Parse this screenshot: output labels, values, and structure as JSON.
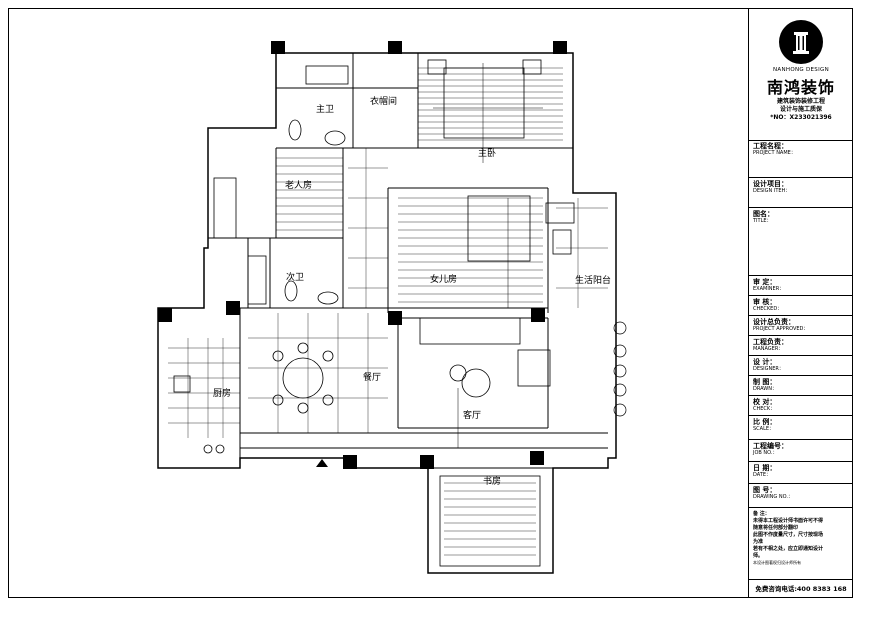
{
  "rooms": {
    "master_bath": "主卫",
    "closet": "衣帽间",
    "master_bedroom": "主卧",
    "elder_room": "老人房",
    "daughter_room": "女儿房",
    "second_bath": "次卫",
    "utility_balcony": "生活阳台",
    "kitchen": "厨房",
    "dining": "餐厅",
    "living": "客厅",
    "study": "书房"
  },
  "title_block": {
    "brand_en": "NANHONG DESIGN",
    "brand_cn": "南鸿装饰",
    "brand_sub1": "建筑装饰装修工程",
    "brand_sub2": "设计与施工质保",
    "cert_no": "*NO：X233021396",
    "fields": [
      {
        "cn": "工程名程：",
        "en": "PROJECT NAME："
      },
      {
        "cn": "设计项目：",
        "en": "DESIGN ITEH："
      },
      {
        "cn": "图名：",
        "en": "TITLE："
      },
      {
        "cn": "审  定：",
        "en": "EXAMINER："
      },
      {
        "cn": "审  核：",
        "en": "CHECKED："
      },
      {
        "cn": "设计总负责：",
        "en": "PROJECT APPROVED："
      },
      {
        "cn": "工程负责：",
        "en": "MANAGER："
      },
      {
        "cn": "设  计：",
        "en": "DESIGNER："
      },
      {
        "cn": "制  图：",
        "en": "DRAWN："
      },
      {
        "cn": "校  对：",
        "en": "CHECK："
      },
      {
        "cn": "比  例：",
        "en": "SCALE："
      },
      {
        "cn": "工程编号：",
        "en": "JOB NO.："
      },
      {
        "cn": "日  期：",
        "en": "DATE："
      },
      {
        "cn": "图  号：",
        "en": "DRAWING NO.："
      }
    ],
    "notes_title": "备 注：",
    "notes": [
      "未得本工程设计师书面许可不得",
      "随意将任何部分翻印",
      "此图不作度量尺寸，尺寸按现场",
      "为准",
      "若有不相之处，应立即通知设计",
      "师。"
    ],
    "notes_small": "本设计图著权归设计师所有",
    "hotline": "免费咨询电话:400 8383 168"
  }
}
